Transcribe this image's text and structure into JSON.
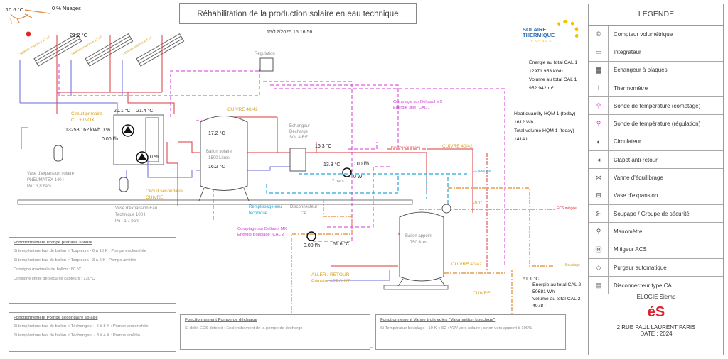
{
  "header": {
    "title": "Réhabilitation de la production solaire en eau technique",
    "timestamp": "15/12/2025 15:16:56"
  },
  "weather": {
    "outdoor_temp": "10.6 °C",
    "clouds": "0 % Nuages",
    "icons": [
      "sun-icon",
      "sun-small-icon"
    ]
  },
  "collectors": {
    "panels": [
      {
        "label": "Capteurs solaires x 12 m²"
      },
      {
        "label": "Capteurs solaires x 12 m²"
      },
      {
        "label": "Capteurs solaires x 4 m²"
      }
    ],
    "collector_temp": "21.2 °C"
  },
  "regulation": {
    "label": "Régulation"
  },
  "brand": {
    "line1": "SOLAIRE",
    "line2": "THERMIQUE",
    "line3": "FRANCE",
    "accent_color": "#f2c200"
  },
  "cal1": {
    "energy_label": "Energie au total CAL 1",
    "energy_value": "12971.953 kWh",
    "volume_label": "Volume au total CAL 1",
    "volume_value": "952.942 m³"
  },
  "hqm1": {
    "heat_label": "Heat quantity HQM 1 (today)",
    "heat_value": "1612 Wh",
    "volume_label": "Total volume HQM 1 (today)",
    "volume_value": "1414 l"
  },
  "primary_circuit": {
    "label_line1": "Circuit primaire",
    "label_line2": "CU + INOX",
    "energy": "13258.162 kWh",
    "pump_pct": "0 %",
    "flow": "0.00 l/h",
    "temp_out": "20.1 °C",
    "temp_in": "21.4 °C",
    "pump2_pct": "0 %"
  },
  "secondary_circuit": {
    "label_line1": "Circuit secondaire",
    "label_line2": "CUIVRE"
  },
  "expansion_solar": {
    "line1": "Vase d'expansion solaire",
    "line2": "PNEUMATEX 140 l",
    "line3": "Po : 3,8 bars"
  },
  "expansion_tech": {
    "line1": "Vase d'expansion Eau",
    "line2": "Technique 100 l",
    "line3": "Po : 1,7 bars"
  },
  "solar_tank": {
    "line1": "Ballon solaire",
    "line2": "1500 Litres",
    "temp_top": "17.2 °C",
    "temp_bottom": "16.2 °C",
    "pipe_label": "CUIVRE 40/42"
  },
  "exchanger": {
    "line1": "Echangeur",
    "line2": "Décharge",
    "line3": "SOLAIRE",
    "temp_hot": "16.3 °C",
    "temp_cold": "13.8 °C",
    "flow": "0.00 l/h",
    "power": "0 W",
    "pressure": "7 bars"
  },
  "fill": {
    "line1": "Remplissage eau",
    "line2": "technique",
    "disconnector_line1": "Disconnecteur",
    "disconnector_line2": "CA"
  },
  "cal1_note": {
    "line1": "Comptage sur Deltasol MX",
    "line2": "Energie utile \"CAL 1\""
  },
  "cal2_note": {
    "line1": "Comptage sur Deltasol MX",
    "line2": "Energie Bouclage \"CAL 2\""
  },
  "pipes": {
    "hot_solar": "Eau chaude solaire",
    "cuivre_top": "CUIVRE 40/42",
    "ef": "EF adoucie",
    "pvc": "PVC",
    "ecs": "ECS mitigée",
    "cuivre_mid": "CUIVRE 40/42",
    "cuivre_bottom": "CUIVRE",
    "bouclage": "Bouclage"
  },
  "loop": {
    "flow": "0.00 l/h",
    "temp": "61.6 °C",
    "return_temp": "61.1 °C"
  },
  "appoint": {
    "tank_line1": "Ballon appoint",
    "tank_line2": "750 litres",
    "label_line1": "ALLER / RETOUR",
    "label_line2": "Primaire APPOINT"
  },
  "cal2": {
    "energy_label": "Energie au total CAL 2",
    "energy_value": "50681 Wh",
    "volume_label": "Volume au total CAL 2",
    "volume_value": "4078 l"
  },
  "info_boxes": [
    {
      "title": "Fonctionnement Pompe primaire solaire",
      "lines": [
        "Si température bas de ballon < Tcapteurs - 6 à 10 K : Pompe enclenchée",
        "Si température bas de ballon > Tcapteurs - 3 à 5 K : Pompe arrêtée",
        "Consigne maximale de ballon : 80 °C",
        "Consigne limite de sécurité capteurs : 130°C"
      ]
    },
    {
      "title": "Fonctionnement Pompe secondaire solaire",
      "lines": [
        "Si température bas de ballon < Téchangeur - 6 à 8 K : Pompe enclenchée",
        "Si température bas de ballon < Téchangeur - 3 à 4 K : Pompe arrêtée"
      ]
    },
    {
      "title": "Fonctionnement Pompe de décharge",
      "lines": [
        "Si débit ECS détecté : Enclenchement de la pompe de décharge"
      ]
    },
    {
      "title": "Fonctionnement Vanne trois voies \"Valorisation bouclage\"",
      "lines": [
        "Si Températue bouclage +10 K < S2 : V3V vers solaire ; sinon vers appoint à 100%"
      ]
    }
  ],
  "legend": {
    "title": "LEGENDE",
    "items": [
      {
        "icon": "volume-meter-icon",
        "glyph": "©",
        "label": "Compteur volumétrique"
      },
      {
        "icon": "integrator-icon",
        "glyph": "▭",
        "label": "Intégrateur"
      },
      {
        "icon": "plate-exchanger-icon",
        "glyph": "▓",
        "label": "Echangeur à plaques"
      },
      {
        "icon": "thermometer-icon",
        "glyph": "ǀ",
        "label": "Thermomètre"
      },
      {
        "icon": "counting-sensor-icon",
        "glyph": "⚲",
        "label": "Sonde de température (comptage)"
      },
      {
        "icon": "regulation-sensor-icon",
        "glyph": "⚲",
        "label": "Sonde de température (régulation)"
      },
      {
        "icon": "circulator-icon",
        "glyph": "◐",
        "label": "Circulateur"
      },
      {
        "icon": "check-valve-icon",
        "glyph": "◂",
        "label": "Clapet anti-retour"
      },
      {
        "icon": "balancing-valve-icon",
        "glyph": "⋈",
        "label": "Vanne d'équilibrage"
      },
      {
        "icon": "expansion-vessel-icon",
        "glyph": "⊟",
        "label": "Vase d'expansion"
      },
      {
        "icon": "safety-valve-icon",
        "glyph": "⊱",
        "label": "Soupape / Groupe de sécurité"
      },
      {
        "icon": "manometer-icon",
        "glyph": "⚲",
        "label": "Manomètre"
      },
      {
        "icon": "mixer-icon",
        "glyph": "Ⓜ",
        "label": "Mitigeur ACS"
      },
      {
        "icon": "air-vent-icon",
        "glyph": "◇",
        "label": "Purgeur automatique"
      },
      {
        "icon": "disconnector-icon",
        "glyph": "▤",
        "label": "Disconnecteur type CA"
      }
    ]
  },
  "company": {
    "name": "ELOGIE Siemp",
    "logo_text": "éS",
    "logo_color": "#e0202e",
    "address": "2 RUE PAUL LAURENT PARIS",
    "date": "DATE : 2024"
  }
}
